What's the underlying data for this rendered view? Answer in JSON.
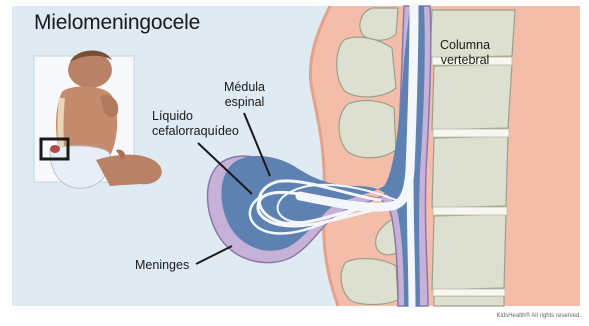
{
  "title": "Mielomeningocele",
  "labels": {
    "medula_line1": "Médula",
    "medula_line2": "espinal",
    "liquido_line1": "Líquido",
    "liquido_line2": "cefalorraquídeo",
    "columna_line1": "Columna",
    "columna_line2": "vertebral",
    "meninges": "Meninges"
  },
  "credit": "KidsHealth® All rights reserved.",
  "colors": {
    "background_panel": "#dfeaf2",
    "bone": "#dcdfcf",
    "skin": "#f2b8a4",
    "meninges": "#c4afd8",
    "csf": "#5e83b3",
    "nerve": "#f3f6fb",
    "inset_box": "#1a1a1a"
  }
}
